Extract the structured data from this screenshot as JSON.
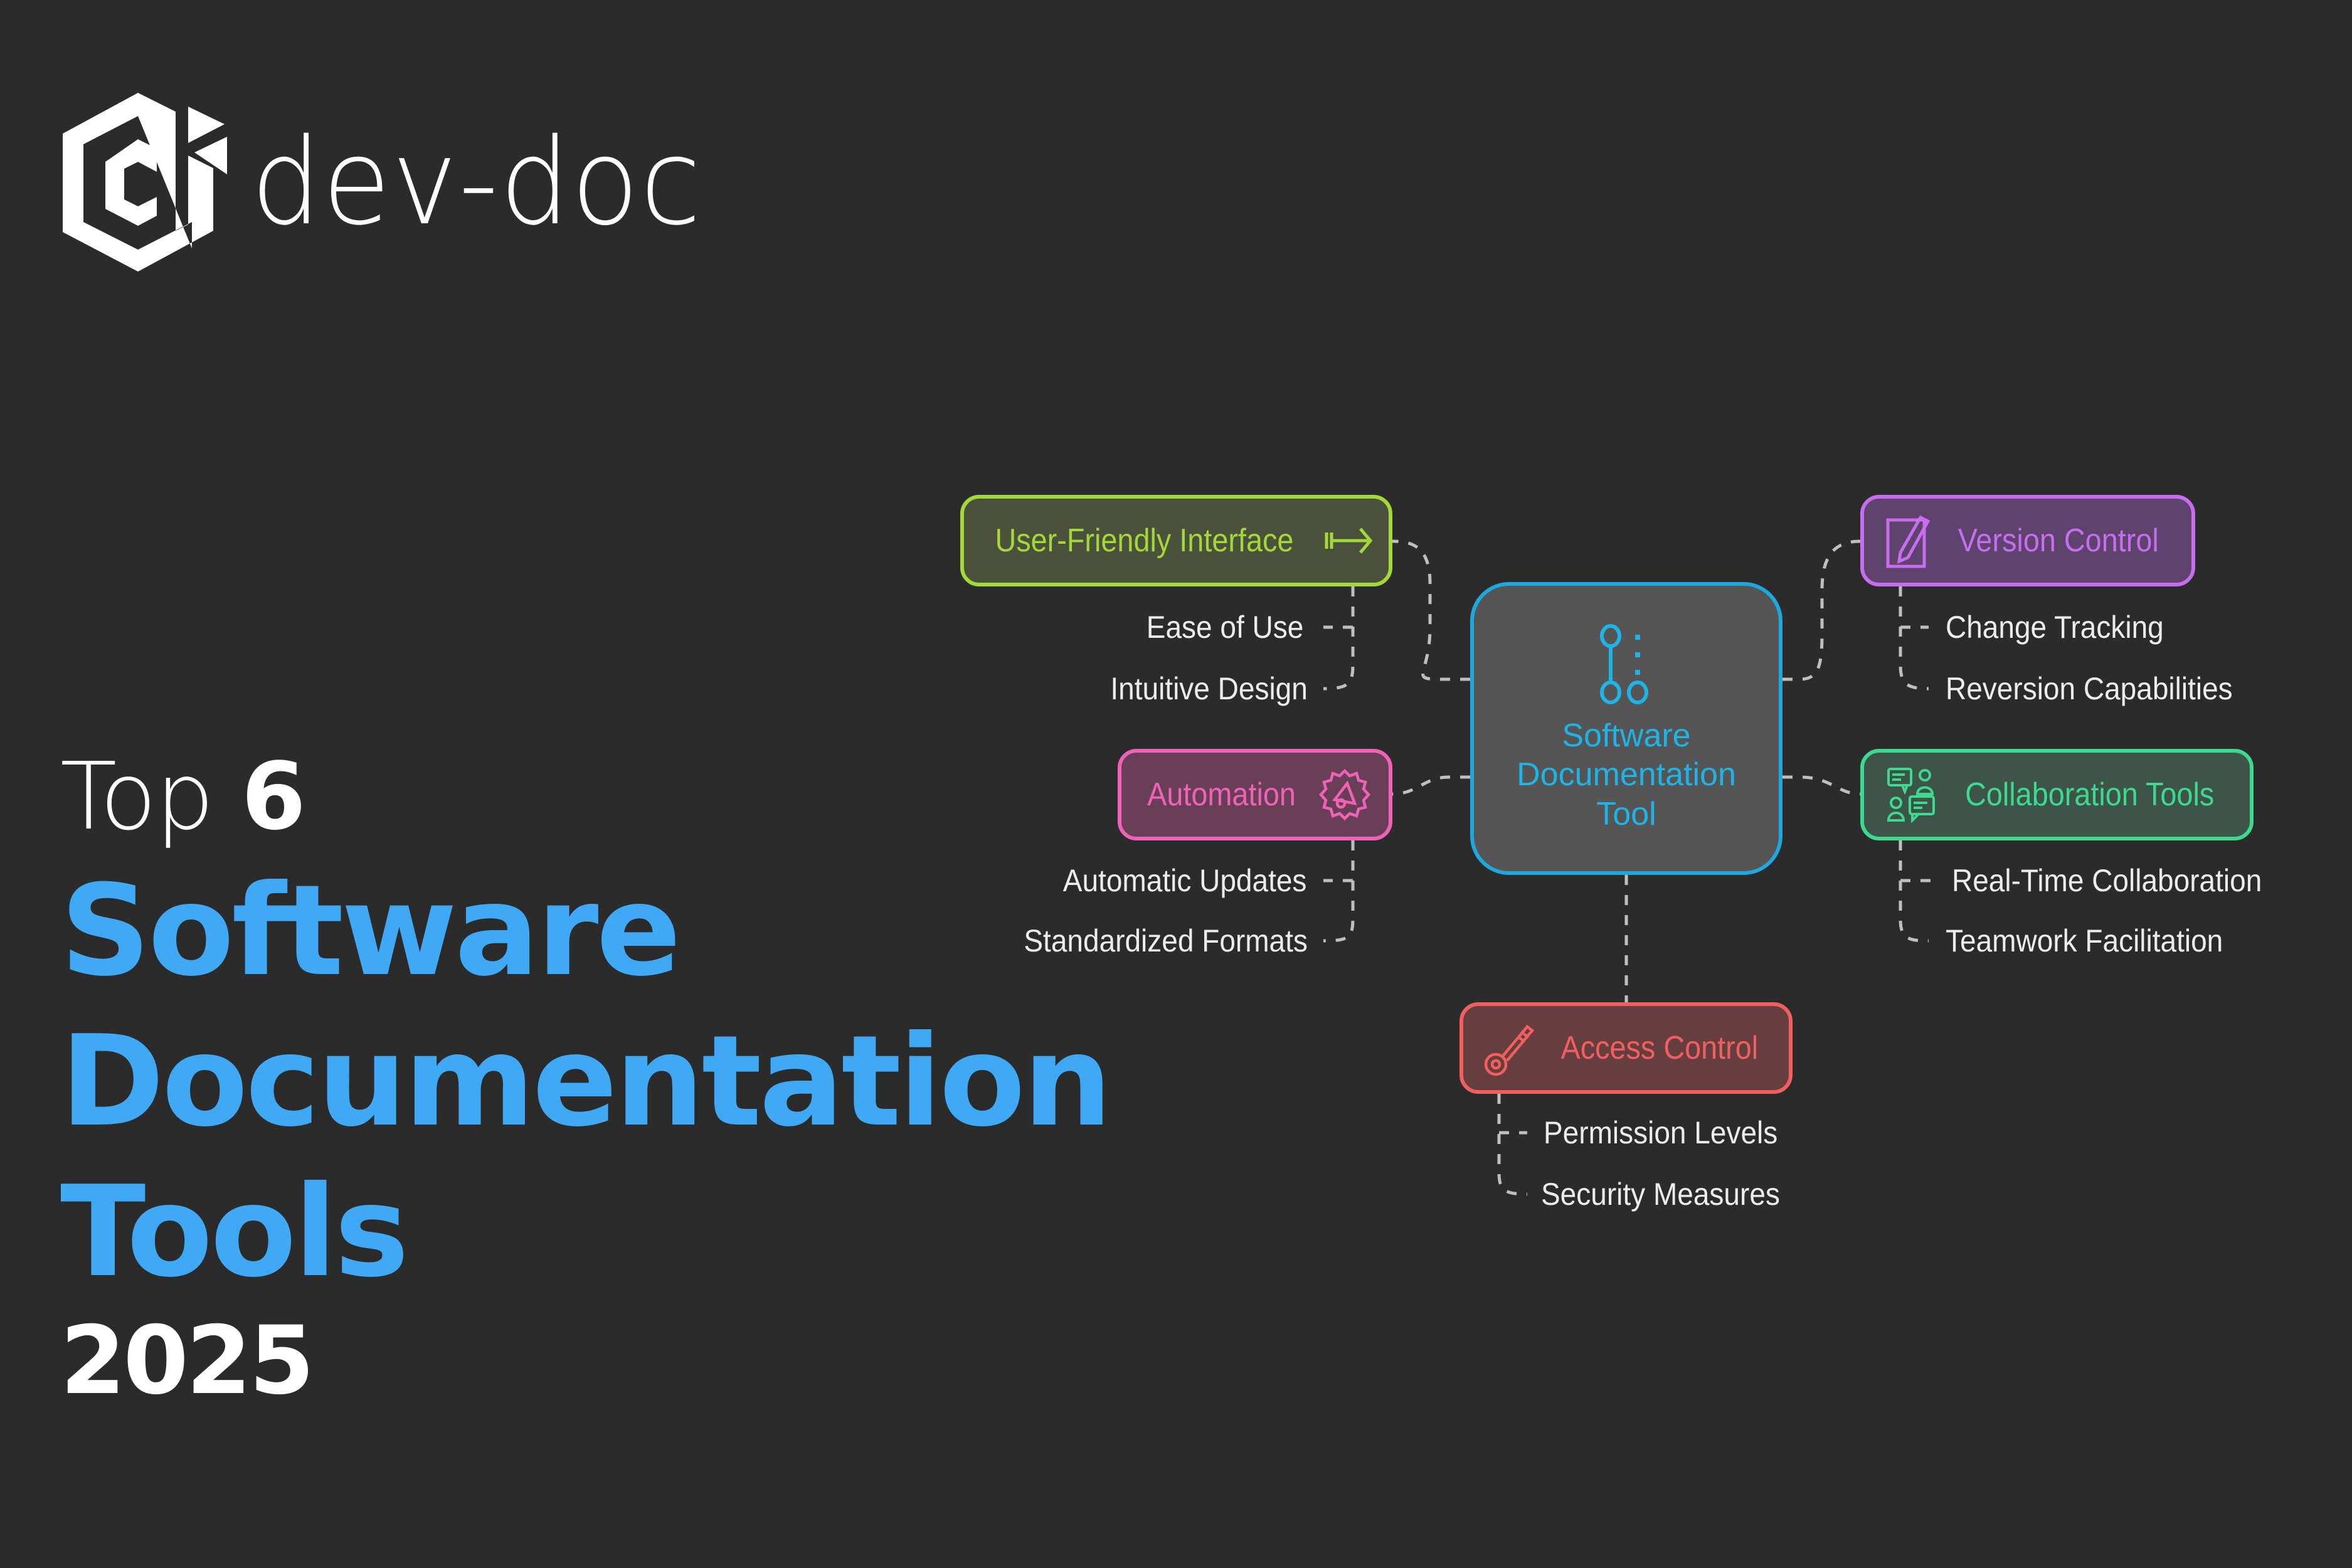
{
  "brand": {
    "name": "dev-doc",
    "logo_icon": "hexagon-d-logo-icon"
  },
  "headline": {
    "prefix": "Top",
    "count": "6",
    "line1": "Software",
    "line2": "Documentation",
    "line3": "Tools",
    "year": "2025"
  },
  "colors": {
    "background": "#2b2b2b",
    "title_blue": "#3fa9f5",
    "connector": "#bfbfbf",
    "center": "#1fa8dc",
    "user_friendly": "#a2d839",
    "version_control": "#c86cf0",
    "automation": "#f062b8",
    "collaboration": "#3ed88e",
    "access_control": "#f1605e"
  },
  "diagram": {
    "center": {
      "label": "Software Documentation Tool",
      "icon": "git-branch-icon"
    },
    "nodes": [
      {
        "id": "user_friendly",
        "label": "User-Friendly Interface",
        "icon": "arrow-right-to-line-icon",
        "children": [
          "Ease of Use",
          "Intuitive Design"
        ]
      },
      {
        "id": "version_control",
        "label": "Version Control",
        "icon": "pencil-square-icon",
        "children": [
          "Change Tracking",
          "Reversion Capabilities"
        ]
      },
      {
        "id": "automation",
        "label": "Automation",
        "icon": "gear-megaphone-icon",
        "children": [
          "Automatic Updates",
          "Standardized Formats"
        ]
      },
      {
        "id": "collaboration",
        "label": "Collaboration Tools",
        "icon": "people-chat-icon",
        "children": [
          "Real-Time Collaboration",
          "Teamwork Facilitation"
        ]
      },
      {
        "id": "access_control",
        "label": "Access Control",
        "icon": "key-icon",
        "children": [
          "Permission Levels",
          "Security Measures"
        ]
      }
    ]
  }
}
